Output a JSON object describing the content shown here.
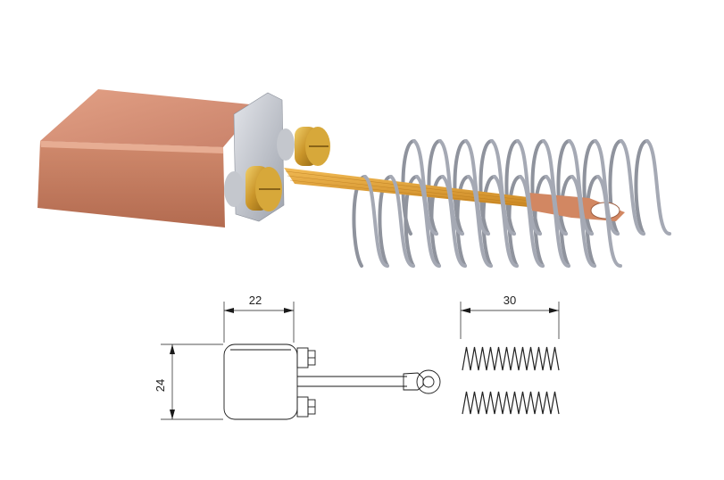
{
  "dimensions": {
    "brush_width": "22",
    "brush_height": "24",
    "spring_length": "30"
  },
  "colors": {
    "copper_face": "#c78063",
    "copper_top": "#d9957a",
    "copper_side": "#a9644a",
    "bracket": "#b8bcc3",
    "brass": "#c9962b",
    "brass_light": "#e6c25a",
    "braid": "#e0a03a",
    "spring": "#a5a9b4",
    "line": "#1a1a1a"
  },
  "icons": {
    "render": "carbon-brush-3d-render",
    "drawing": "carbon-brush-technical-drawing",
    "springs": "compression-spring-icon"
  }
}
